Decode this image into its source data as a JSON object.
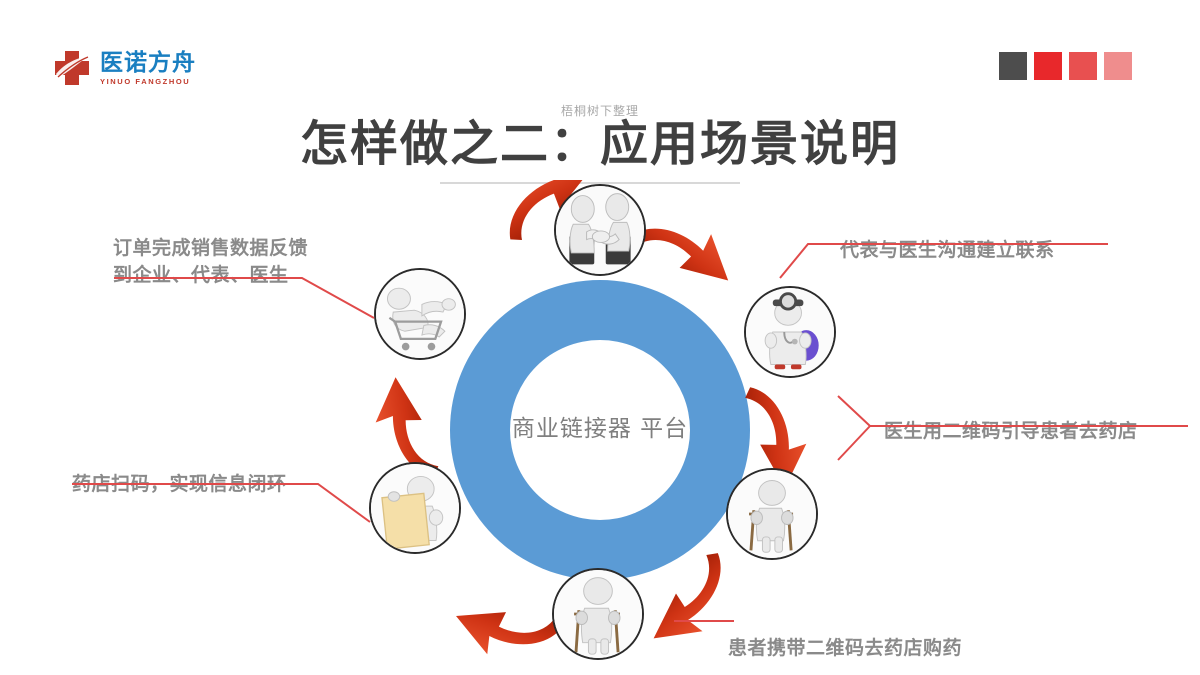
{
  "brand": {
    "logo_cn": "医诺方舟",
    "logo_en": "YINUO FANGZHOU",
    "logo_icon": "medical-cross-swoosh-logo"
  },
  "chips": [
    {
      "name": "chip-dark",
      "color": "#4d4d4d"
    },
    {
      "name": "chip-red",
      "color": "#e8282b"
    },
    {
      "name": "chip-red-medium",
      "color": "#e85050"
    },
    {
      "name": "chip-red-light",
      "color": "#ef8d8d"
    }
  ],
  "header": {
    "watermark": "梧桐树下整理",
    "title": "怎样做之二：应用场景说明"
  },
  "diagram": {
    "center_label": "商业链接器\n平台",
    "ring_color": "#5b9bd5",
    "arrow_color": "#d03a20",
    "leader_color": "#e04a4a",
    "nodes": [
      {
        "id": "handshake",
        "icon": "handshake-figures-icon",
        "position": "top"
      },
      {
        "id": "doctor",
        "icon": "doctor-figure-icon",
        "position": "top-right"
      },
      {
        "id": "patient-br",
        "icon": "patient-crutches-icon",
        "position": "bottom-right"
      },
      {
        "id": "patient-bot",
        "icon": "patient-crutches-icon",
        "position": "bottom"
      },
      {
        "id": "pharmacy",
        "icon": "figure-document-icon",
        "position": "bottom-left"
      },
      {
        "id": "order",
        "icon": "figure-shopping-cart-icon",
        "position": "top-left"
      }
    ],
    "callouts": [
      {
        "id": "sales-feedback",
        "text": "订单完成销售数据反馈\n到企业、代表、医生"
      },
      {
        "id": "pharmacy-scan",
        "text": "药店扫码，实现信息闭环"
      },
      {
        "id": "rep-doctor",
        "text": "代表与医生沟通建立联系"
      },
      {
        "id": "doctor-qr",
        "text": "医生用二维码引导患者去药店"
      },
      {
        "id": "patient-qr-buy",
        "text": "患者携带二维码去药店购药"
      }
    ]
  }
}
